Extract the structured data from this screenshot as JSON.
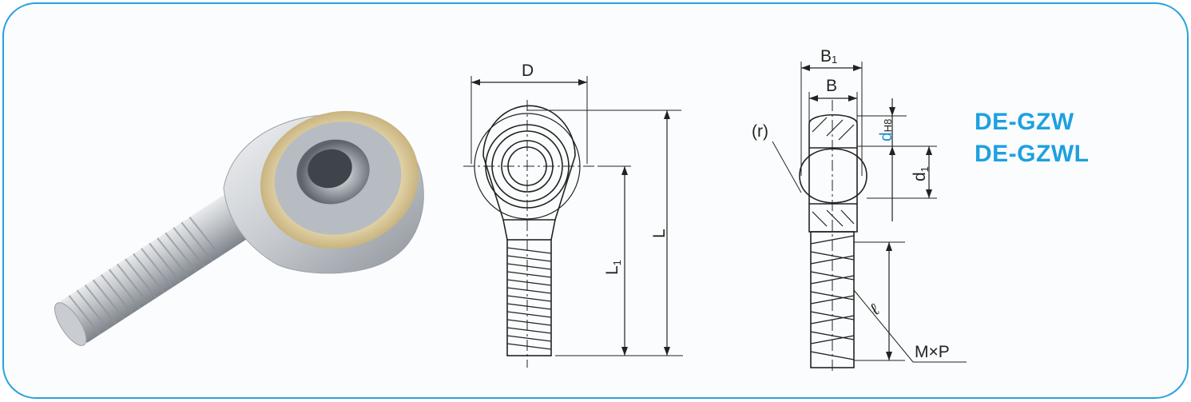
{
  "product": {
    "models": [
      "DE-GZW",
      "DE-GZWL"
    ]
  },
  "front_view": {
    "labels": {
      "width": "D",
      "length": "L",
      "center_length": "L",
      "center_length_sub": "1"
    }
  },
  "side_view": {
    "labels": {
      "total_width": "B",
      "total_width_sub": "1",
      "ball_width": "B",
      "radius": "(r)",
      "bore": "d",
      "bore_tol": "H8",
      "ball_dia": "d",
      "ball_dia_sub": "1",
      "thread_length": "ℓ",
      "thread": "M×P"
    }
  },
  "colors": {
    "border": "#2aa1de",
    "accent": "#1ea0e0",
    "line": "#222222"
  }
}
